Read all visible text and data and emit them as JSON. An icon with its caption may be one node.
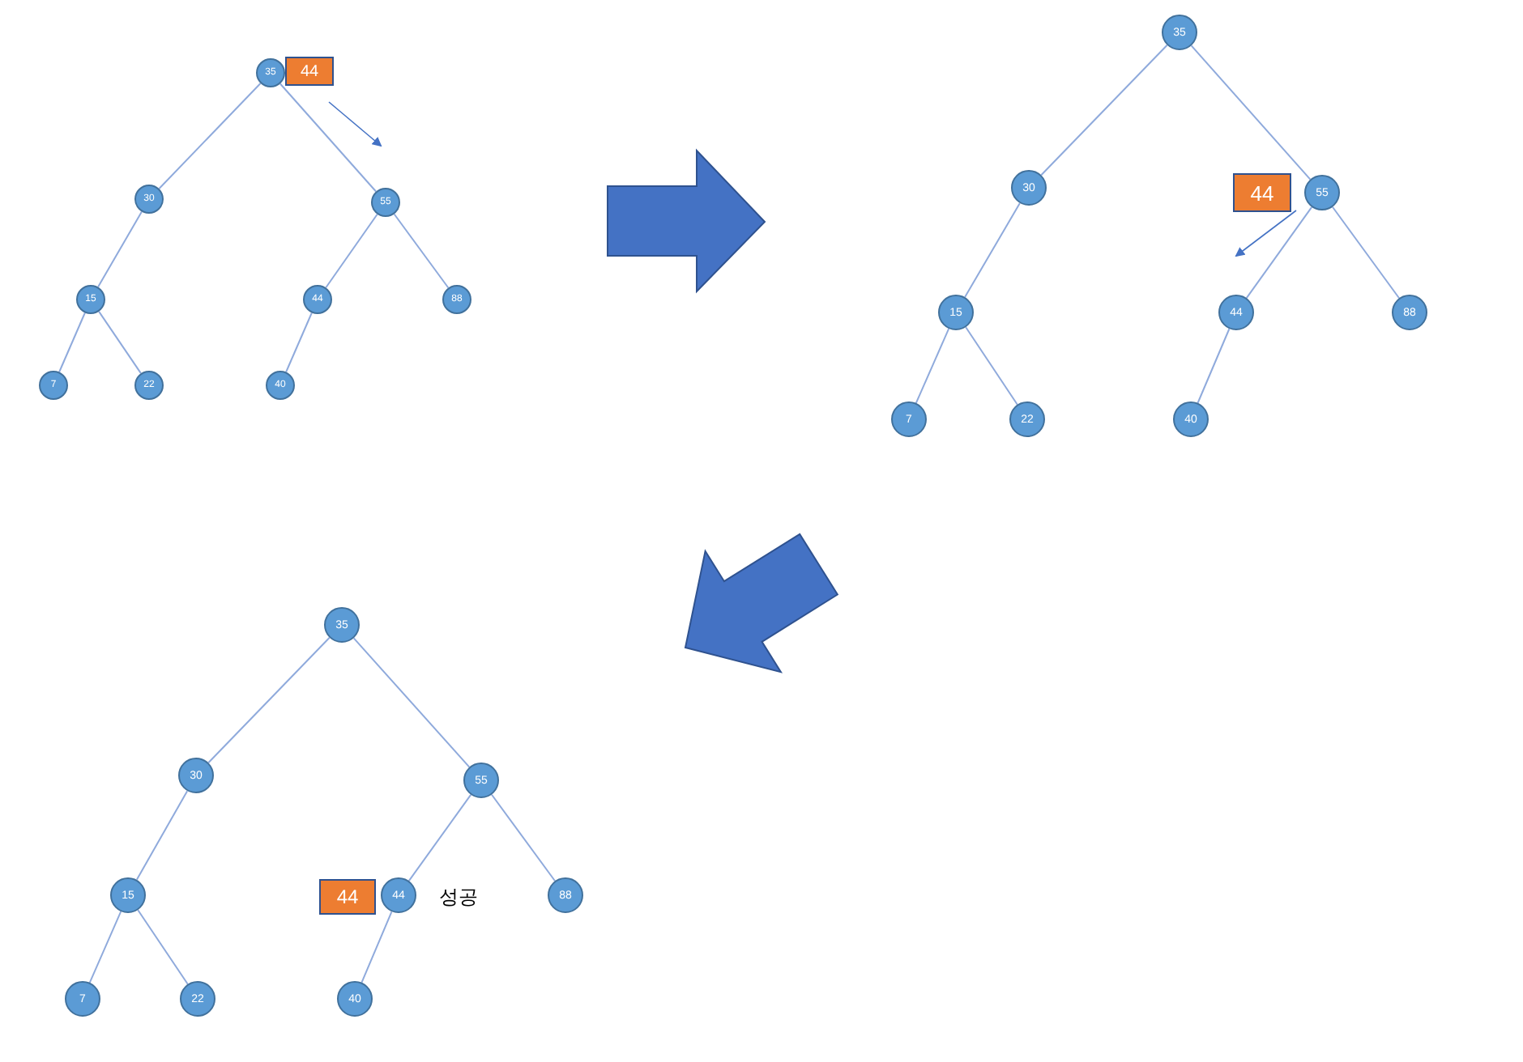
{
  "diagram": {
    "nodes": [
      {
        "text": [
          "35"
        ]
      },
      {
        "text": [
          "44"
        ]
      },
      {
        "text": [
          "30"
        ]
      },
      {
        "text": [
          "55"
        ]
      },
      {
        "text": [
          "15"
        ]
      },
      {
        "text": [
          "44"
        ]
      },
      {
        "text": [
          "88"
        ]
      },
      {
        "text": [
          "7"
        ]
      },
      {
        "text": [
          "22"
        ]
      },
      {
        "text": [
          "40"
        ]
      },
      {
        "text": [
          "35"
        ]
      },
      {
        "text": [
          "30"
        ]
      },
      {
        "text": [
          "44"
        ]
      },
      {
        "text": [
          "55"
        ]
      },
      {
        "text": [
          "15"
        ]
      },
      {
        "text": [
          "44"
        ]
      },
      {
        "text": [
          "88"
        ]
      },
      {
        "text": [
          "7"
        ]
      },
      {
        "text": [
          "22"
        ]
      },
      {
        "text": [
          "40"
        ]
      },
      {
        "text": [
          "35"
        ]
      },
      {
        "text": [
          "30"
        ]
      },
      {
        "text": [
          "55"
        ]
      },
      {
        "text": [
          "15"
        ]
      },
      {
        "text": [
          "44"
        ]
      },
      {
        "text": [
          "44"
        ]
      },
      {
        "text": [
          "88"
        ]
      },
      {
        "text": [
          "7"
        ]
      },
      {
        "text": [
          "22"
        ]
      },
      {
        "text": [
          "40"
        ]
      }
    ],
    "edges": [
      {
        "from": 0,
        "to": 2,
        "arrow": "none"
      },
      {
        "from": 0,
        "to": 3,
        "arrow": "none"
      },
      {
        "from": 2,
        "to": 4,
        "arrow": "none"
      },
      {
        "from": 4,
        "to": 7,
        "arrow": "none"
      },
      {
        "from": 4,
        "to": 8,
        "arrow": "none"
      },
      {
        "from": 3,
        "to": 5,
        "arrow": "none"
      },
      {
        "from": 3,
        "to": 6,
        "arrow": "none"
      },
      {
        "from": 5,
        "to": 9,
        "arrow": "none"
      },
      {
        "from": 10,
        "to": 11,
        "arrow": "none"
      },
      {
        "from": 10,
        "to": 13,
        "arrow": "none"
      },
      {
        "from": 11,
        "to": 14,
        "arrow": "none"
      },
      {
        "from": 14,
        "to": 17,
        "arrow": "none"
      },
      {
        "from": 14,
        "to": 18,
        "arrow": "none"
      },
      {
        "from": 13,
        "to": 15,
        "arrow": "none"
      },
      {
        "from": 13,
        "to": 16,
        "arrow": "none"
      },
      {
        "from": 15,
        "to": 19,
        "arrow": "none"
      },
      {
        "from": 20,
        "to": 21,
        "arrow": "none"
      },
      {
        "from": 20,
        "to": 22,
        "arrow": "none"
      },
      {
        "from": 21,
        "to": 23,
        "arrow": "none"
      },
      {
        "from": 23,
        "to": 27,
        "arrow": "none"
      },
      {
        "from": 23,
        "to": 28,
        "arrow": "none"
      },
      {
        "from": 22,
        "to": 25,
        "arrow": "none"
      },
      {
        "from": 22,
        "to": 26,
        "arrow": "none"
      },
      {
        "from": 25,
        "to": 29,
        "arrow": "none"
      }
    ],
    "labels": [
      "성공"
    ]
  }
}
